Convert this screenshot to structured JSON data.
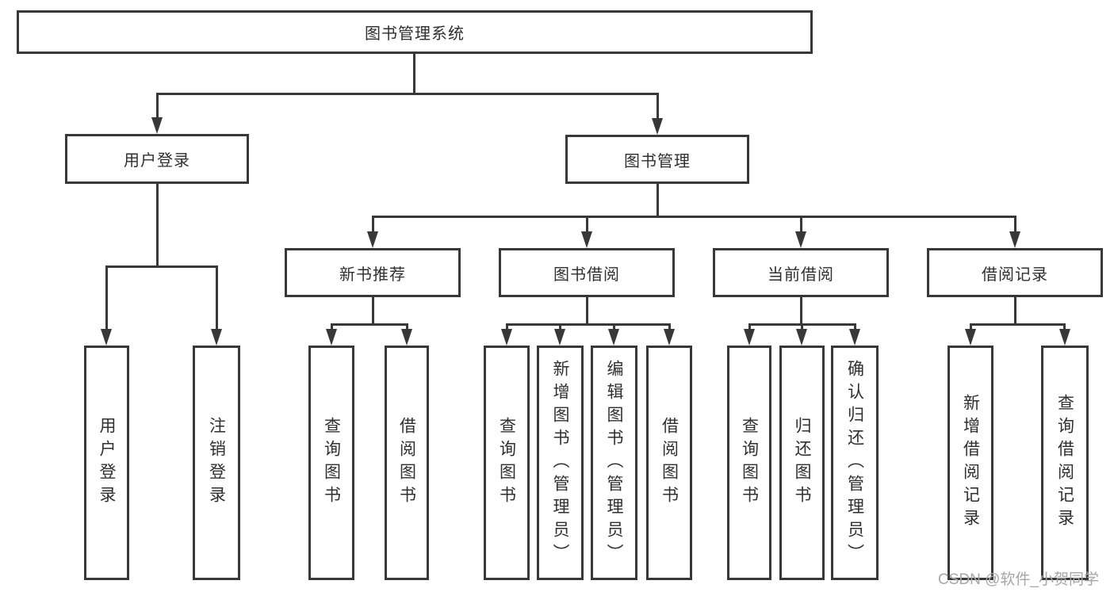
{
  "root": {
    "label": "图书管理系统"
  },
  "branches": [
    {
      "label": "用户登录",
      "children": [
        {
          "label": "用户登录"
        },
        {
          "label": "注销登录"
        }
      ]
    },
    {
      "label": "图书管理",
      "children": [
        {
          "label": "新书推荐",
          "children": [
            {
              "label": "查询图书"
            },
            {
              "label": "借阅图书"
            }
          ]
        },
        {
          "label": "图书借阅",
          "children": [
            {
              "label": "查询图书"
            },
            {
              "label": "新增图书（管理员）"
            },
            {
              "label": "编辑图书（管理员）"
            },
            {
              "label": "借阅图书"
            }
          ]
        },
        {
          "label": "当前借阅",
          "children": [
            {
              "label": "查询图书"
            },
            {
              "label": "归还图书"
            },
            {
              "label": "确认归还（管理员）"
            }
          ]
        },
        {
          "label": "借阅记录",
          "children": [
            {
              "label": "新增借阅记录"
            },
            {
              "label": "查询借阅记录"
            }
          ]
        }
      ]
    }
  ],
  "watermark": {
    "text": "CSDN @软件_小贺同学"
  },
  "colors": {
    "line": "#383838",
    "text": "#2f2f2f",
    "watermark": "#a6a6a6",
    "background": "#ffffff"
  }
}
